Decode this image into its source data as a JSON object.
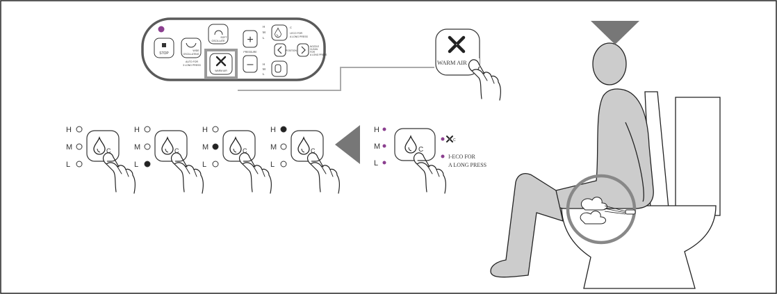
{
  "remote": {
    "stop_label": "STOP",
    "wide_label": "WIDE",
    "oscillating_label": "OSCILLATING",
    "auto_label": "AUTO FOR",
    "auto_sub": "3 LONG PRESS",
    "soft_label": "SOFT",
    "soft_sub": "OSCILLATE",
    "warm_air_label": "WARM AIR",
    "plus_label": "+",
    "minus_label": "–",
    "pressure_label": "PRESSURE",
    "level_h": "H",
    "level_m": "M",
    "level_l": "L",
    "eco_label": "I-ECO FOR",
    "eco_sub": "A LONG PRESS",
    "position_label": "POSITION",
    "nozzle_label": "NOZZLE",
    "clean_label": "CLEAN",
    "for_label": "FOR",
    "long_press": "A LONG PRESS"
  },
  "callout": {
    "warm_air_text": "WARM AIR"
  },
  "temp_sequence": {
    "levels": [
      "H",
      "M",
      "L"
    ],
    "steps": [
      {
        "active": "none"
      },
      {
        "active": "L"
      },
      {
        "active": "M"
      },
      {
        "active": "H"
      }
    ]
  },
  "detail": {
    "levels": [
      "H",
      "M",
      "L"
    ],
    "eco_line1": "I-ECO FOR",
    "eco_line2": "A LONG PRESS",
    "c_label": "C"
  },
  "colors": {
    "accent": "#8b3f8f",
    "figure_fill": "#cccccc",
    "outline": "#222222",
    "panel_border": "#5a5a5a"
  }
}
